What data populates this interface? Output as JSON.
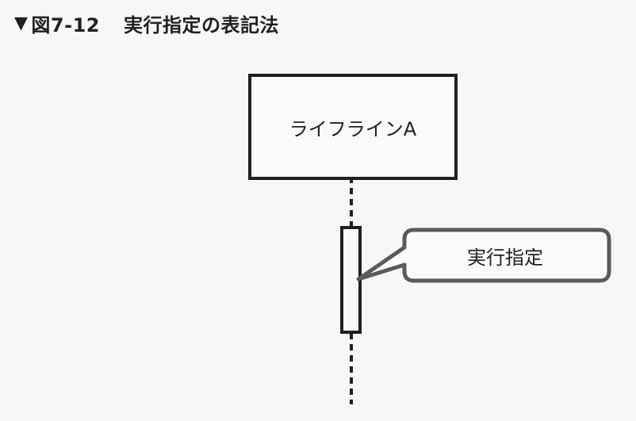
{
  "heading": {
    "marker": "▼",
    "figure_number": "図7-12",
    "title": "実行指定の表記法"
  },
  "diagram": {
    "lifeline_label": "ライフラインA",
    "callout_label": "実行指定"
  },
  "colors": {
    "ink": "#231f20",
    "callout_border": "#5a5a5a",
    "background": "#f7f7f7"
  }
}
